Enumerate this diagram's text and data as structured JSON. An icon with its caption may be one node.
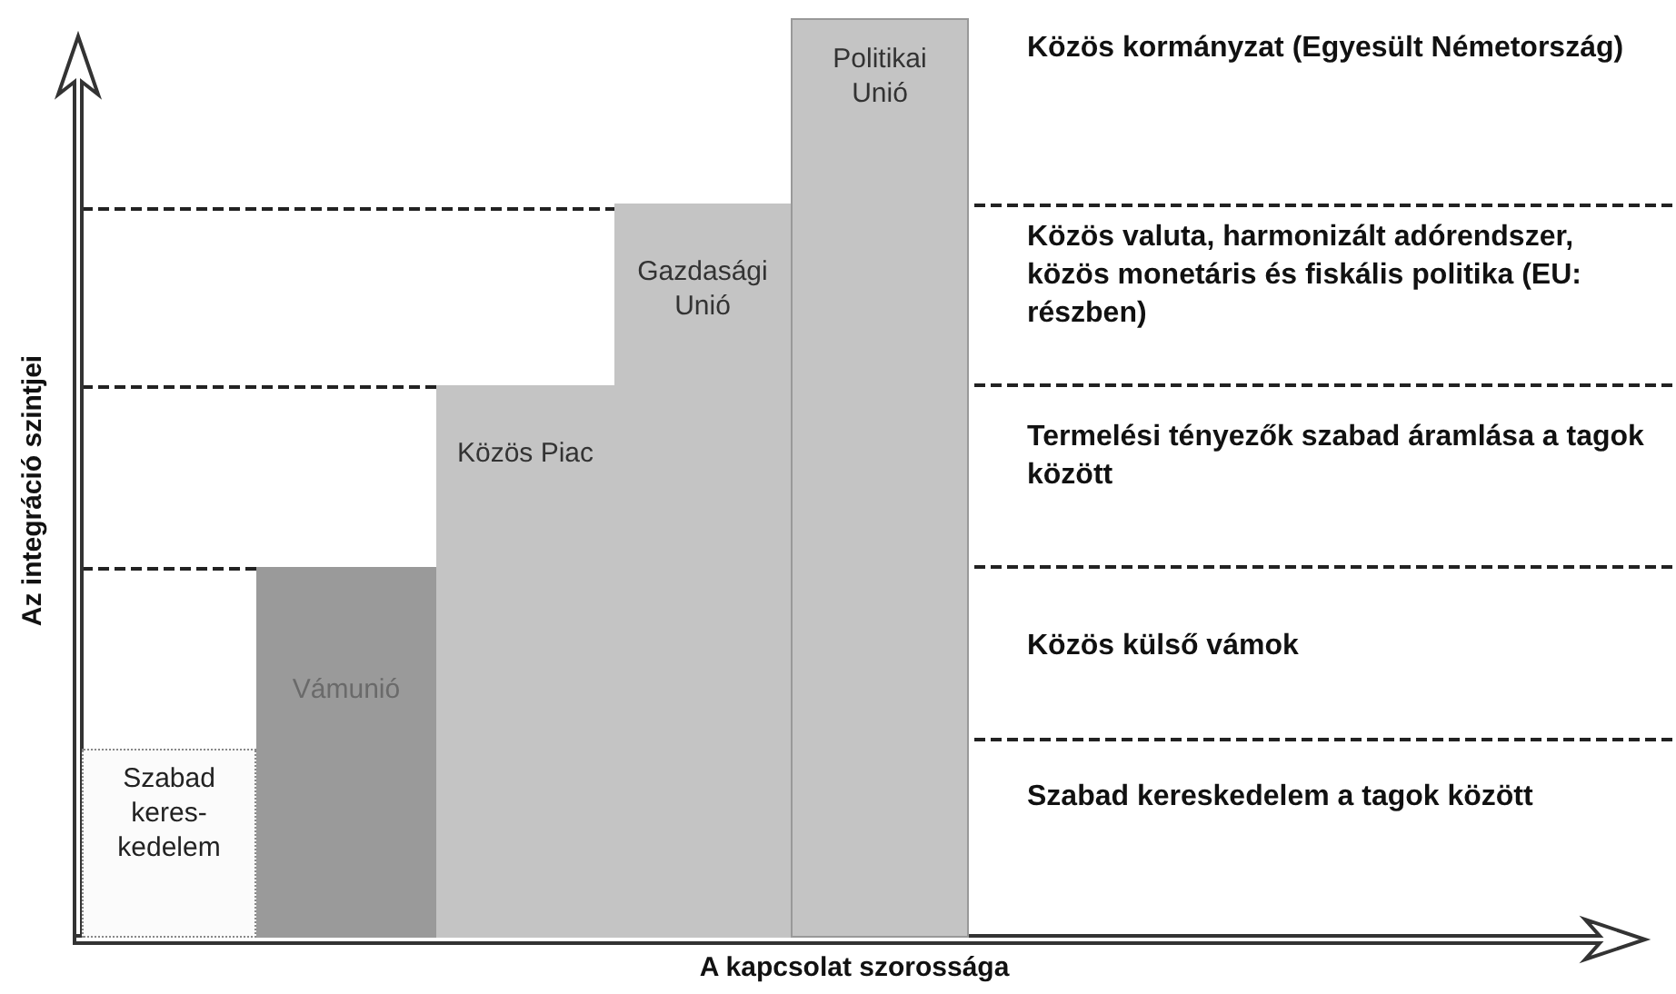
{
  "diagram": {
    "nodes": [
      {
        "text": [
          "Szabad keres- kedelem"
        ]
      },
      {
        "text": [
          "Vámunió"
        ]
      },
      {
        "text": [
          "Közös Piac"
        ]
      },
      {
        "text": [
          "Gazdasági Unió"
        ]
      },
      {
        "text": [
          "Politikai Unió"
        ]
      }
    ],
    "labels": [
      "Közös kormányzat (Egyesült Németország)",
      "Közös valuta, harmonizált adórendszer, közös monetáris és fiskális politika (EU: részben)",
      "Termelési tényezők szabad áramlása a tagok között",
      "Közös külső vámok",
      "Szabad kereskedelem a tagok között",
      "Az integráció szintjei",
      "A kapcsolat szorossága"
    ]
  }
}
